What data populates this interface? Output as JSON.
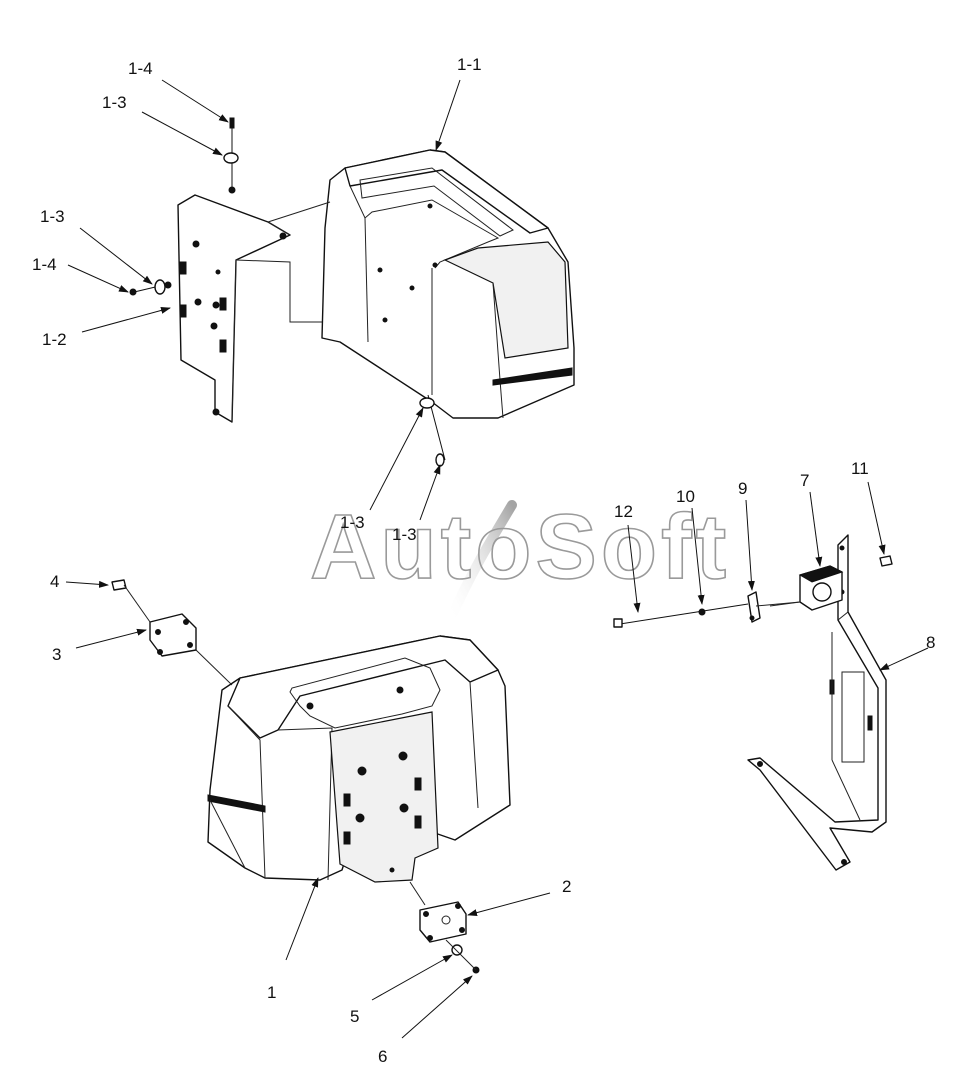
{
  "watermark": {
    "text": "AutoSoft"
  },
  "callouts": [
    {
      "id": "c-1-1",
      "label": "1-1"
    },
    {
      "id": "c-1-4-top",
      "label": "1-4"
    },
    {
      "id": "c-1-3-top",
      "label": "1-3"
    },
    {
      "id": "c-1-3-mid",
      "label": "1-3"
    },
    {
      "id": "c-1-4-mid",
      "label": "1-4"
    },
    {
      "id": "c-1-2",
      "label": "1-2"
    },
    {
      "id": "c-1-3-low-a",
      "label": "1-3"
    },
    {
      "id": "c-1-3-low-b",
      "label": "1-3"
    },
    {
      "id": "c-4",
      "label": "4"
    },
    {
      "id": "c-3",
      "label": "3"
    },
    {
      "id": "c-1",
      "label": "1"
    },
    {
      "id": "c-2",
      "label": "2"
    },
    {
      "id": "c-5",
      "label": "5"
    },
    {
      "id": "c-6",
      "label": "6"
    },
    {
      "id": "c-12",
      "label": "12"
    },
    {
      "id": "c-10",
      "label": "10"
    },
    {
      "id": "c-9",
      "label": "9"
    },
    {
      "id": "c-7",
      "label": "7"
    },
    {
      "id": "c-11",
      "label": "11"
    },
    {
      "id": "c-8",
      "label": "8"
    }
  ]
}
